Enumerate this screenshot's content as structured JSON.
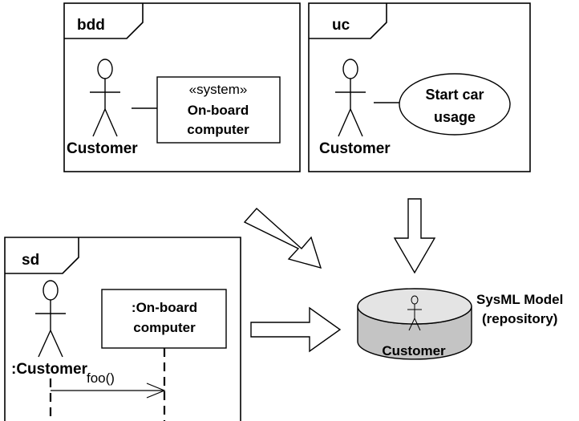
{
  "frames": {
    "bdd": {
      "tag": "bdd",
      "actor_label": "Customer",
      "block_stereotype": "«system»",
      "block_name_line1": "On-board",
      "block_name_line2": "computer"
    },
    "uc": {
      "tag": "uc",
      "actor_label": "Customer",
      "usecase_line1": "Start car",
      "usecase_line2": "usage"
    },
    "sd": {
      "tag": "sd",
      "lifeline1_label": ":Customer",
      "lifeline2_label_line1": ":On-board",
      "lifeline2_label_line2": "computer",
      "message_label": "foo()"
    }
  },
  "repository": {
    "element_label": "Customer",
    "title_line1": "SysML Model",
    "title_line2": "(repository)"
  }
}
